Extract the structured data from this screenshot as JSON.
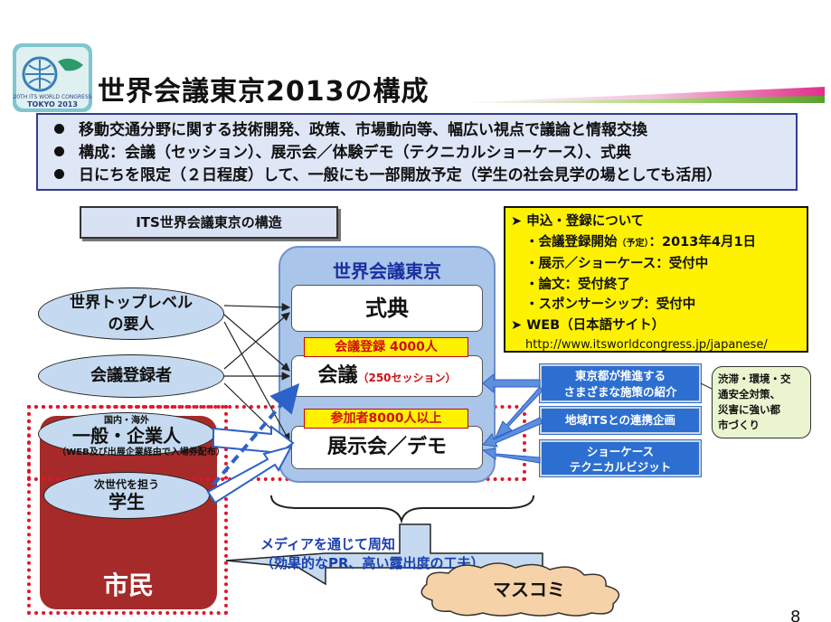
{
  "logo": {
    "line1": "20TH ITS WORLD CONGRESS",
    "line2": "TOKYO 2013"
  },
  "title": "世界会議東京2013の構成",
  "summary": [
    "移動交通分野に関する技術開発、政策、市場動向等、幅広い視点で議論と情報交換",
    "構成：会議（セッション）、展示会／体験デモ（テクニカルショーケース）、式典",
    "日にちを限定（２日程度）して、一般にも一部開放予定（学生の社会見学の場としても活用）"
  ],
  "structure_label": "ITS世界会議東京の構造",
  "info": {
    "heading": "申込・登録について",
    "reg_start_a": "・会議登録開始",
    "reg_start_b": "（予定）",
    "reg_start_c": "：2013年4月1日",
    "expo": "・展示／ショーケース：受付中",
    "paper": "・論文：受付終了",
    "sponsor": "・スポンサーシップ：受付中",
    "web": "WEB（日本語サイト）",
    "url": "http://www.itsworldcongress.jp/japanese/"
  },
  "congress": {
    "title": "世界会議東京",
    "ceremony": "式典",
    "kaigi": "会議",
    "kaigi_sessions": "（250セッション）",
    "banner_reg": "会議登録 4000人",
    "banner_part": "参加者8000人以上",
    "expo": "展示会／デモ"
  },
  "participants": {
    "top_line1": "世界トップレベル",
    "top_line2": "の要人",
    "registrants": "会議登録者",
    "biz_small": "国内・海外",
    "biz": "一般・企業人",
    "biz_note": "（WEB及び出展企業経由で入場券配布）",
    "stu_small": "次世代を担う",
    "stu": "学生",
    "citizens": "市民"
  },
  "right": {
    "box1_line1": "東京都が推進する",
    "box1_line2": "さまざまな施策の紹介",
    "box2": "地域ITSとの連携企画",
    "box3_line1": "ショーケース",
    "box3_line2": "テクニカルビジット",
    "note_line1": "渋滞・環境・交",
    "note_line2": "通安全対策、",
    "note_line3": "災害に強い都",
    "note_line4": "市づくり"
  },
  "media": {
    "line1": "メディアを通じて周知",
    "line2": "（効果的なPR、高い露出度の工夫）",
    "masukomi": "マスコミ"
  },
  "page_number": "8",
  "colors": {
    "title_navy": "#2f3f8a",
    "block_blue": "#a9c5ea",
    "accent_red": "#e0162b",
    "citizen_red": "#a62a2a",
    "banner_yellow": "#fff200",
    "box_blue": "#2c6fd0"
  }
}
